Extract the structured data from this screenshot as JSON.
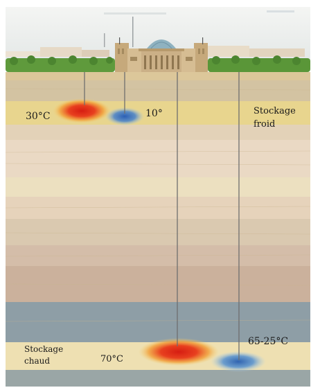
{
  "labels": {
    "hot_shallow_temp": "30°C",
    "cold_shallow_temp": "10°",
    "cold_storage_line1": "Stockage",
    "cold_storage_line2": "froid",
    "hot_storage_line1": "Stockage",
    "hot_storage_line2": "chaud",
    "hot_deep_temp": "70°C",
    "cold_deep_temp": "65-25°C"
  },
  "colors": {
    "sky": "#eef0ee",
    "hedge": "#5f9a3c",
    "building": "#cdb48a",
    "dome": "#8fb2c0",
    "hot_reservoir": "#e12d1a",
    "cold_reservoir": "#2f5fae",
    "pipe": "#6e6e6e",
    "deep_blue_band": "#8e9ea6"
  }
}
